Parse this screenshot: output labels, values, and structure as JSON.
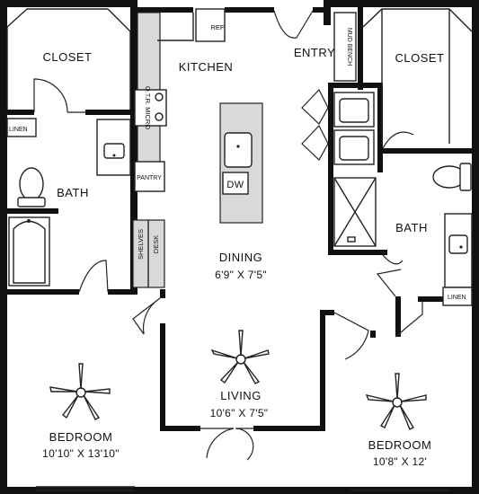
{
  "rooms": {
    "closet_left": "CLOSET",
    "closet_right": "CLOSET",
    "kitchen": "KITCHEN",
    "entry": "ENTRY",
    "bath_left": "BATH",
    "bath_right": "BATH",
    "dining": "DINING",
    "dining_dim": "6'9\" X 7'5\"",
    "living": "LIVING",
    "living_dim": "10'6\" X 7'5\"",
    "bedroom_left": "BEDROOM",
    "bedroom_left_dim": "10'10\" X 13'10\"",
    "bedroom_right": "BEDROOM",
    "bedroom_right_dim": "10'8\" X 12'"
  },
  "fixtures": {
    "ref": "REF",
    "mud_bench": "MUD BENCH",
    "linen_left": "LINEN",
    "linen_right": "LINEN",
    "otr_micro": "O.T.R. MICRO",
    "pantry": "PANTRY",
    "dw": "DW",
    "shelves": "SHELVES",
    "desk": "DESK"
  }
}
